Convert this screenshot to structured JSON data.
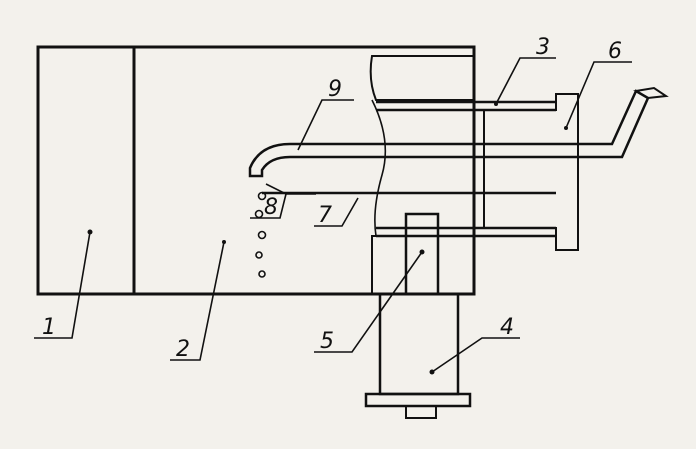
{
  "diagram": {
    "colors": {
      "paper": "#f3f1ec",
      "ink": "#111111"
    },
    "labels": {
      "l1": "1",
      "l2": "2",
      "l3": "3",
      "l4": "4",
      "l5": "5",
      "l6": "6",
      "l7": "7",
      "l8": "8",
      "l9": "9"
    }
  }
}
